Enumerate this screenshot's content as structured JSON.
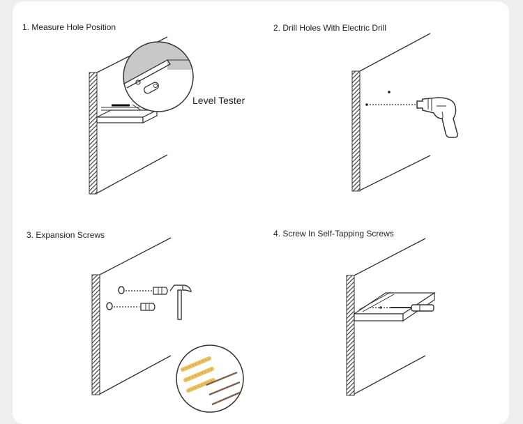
{
  "steps": [
    {
      "label": "1. Measure Hole Position",
      "callout": "Level Tester"
    },
    {
      "label": "2. Drill Holes With Electric Drill"
    },
    {
      "label": "3. Expansion Screws"
    },
    {
      "label": "4. Screw In Self-Tapping Screws"
    }
  ],
  "colors": {
    "background": "#eeeeee",
    "card": "#ffffff",
    "line": "#333333",
    "wall_hatch": "#444444",
    "magnifier_gray": "#c8c8c8",
    "plug_yellow": "#e8c060",
    "screw_brown": "#8a6a55"
  }
}
